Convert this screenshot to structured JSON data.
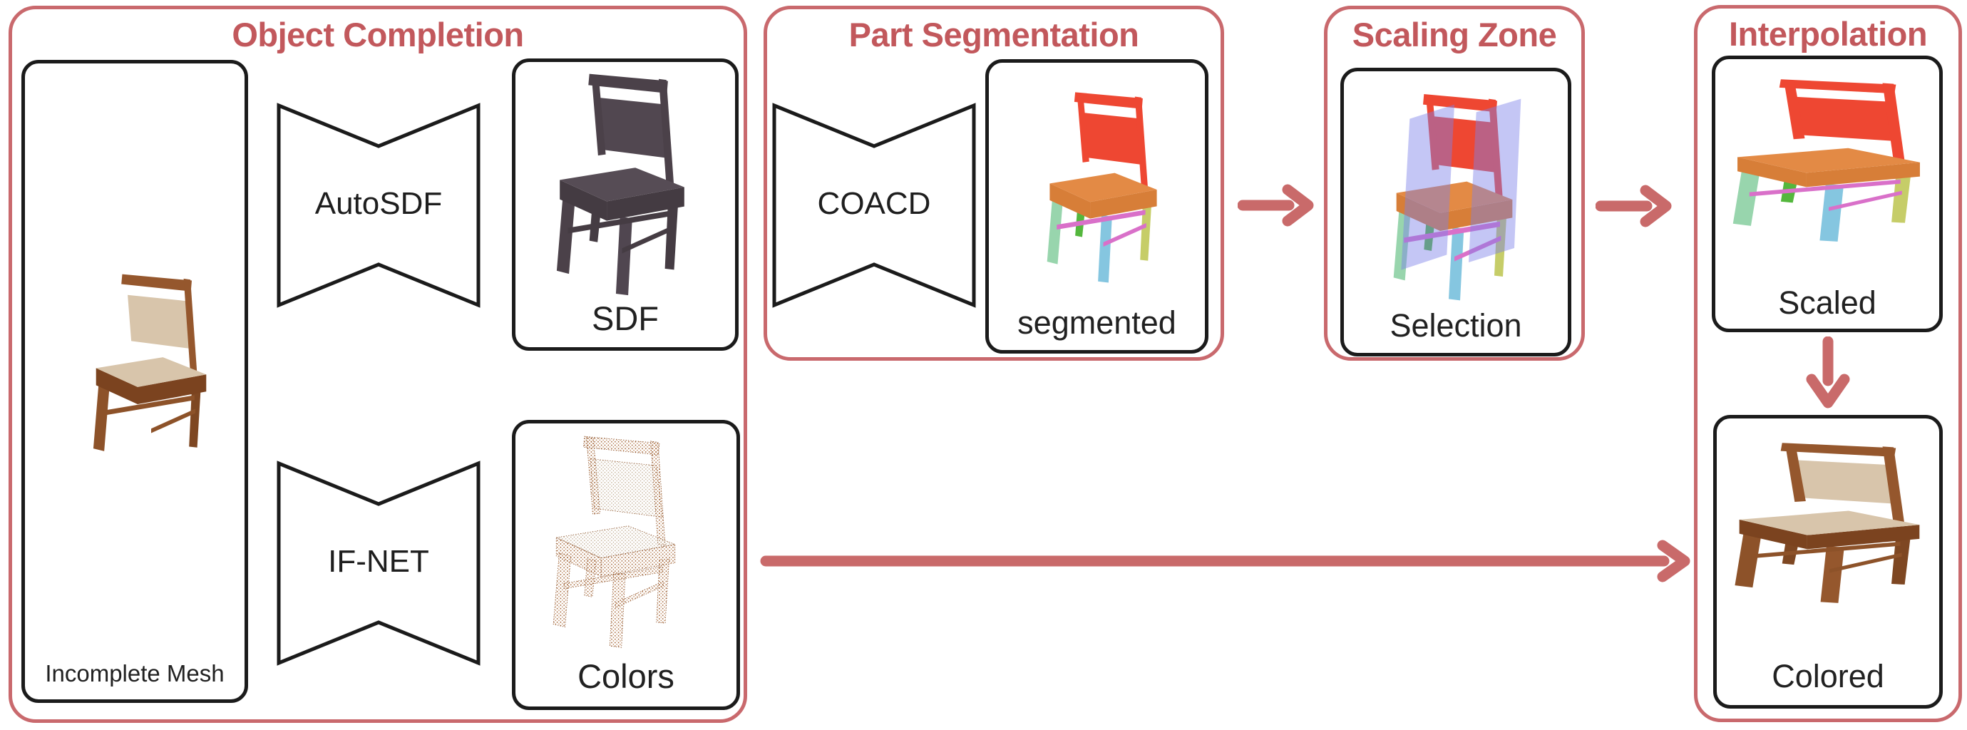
{
  "colors": {
    "title_red": "#c2585c",
    "panel_border_red": "#c9696d",
    "arrow_red": "#c96a6a",
    "box_border": "#1b1b1b",
    "label_text": "#212121",
    "seg_back_red": "#ee4732",
    "seg_seat_orange": "#e38a45",
    "seg_leg_mint": "#98d5ad",
    "seg_leg_green": "#54b73d",
    "seg_leg_blue": "#85c6e0",
    "seg_leg_yellow": "#c6cd68",
    "seg_stretcher_pink": "#d970c9",
    "selection_plane_blue": "#7d81e9",
    "wood_brown": "#95572d",
    "wood_dark": "#7b431f",
    "cushion_beige": "#d8c5ab",
    "sdf_gray": "#4b4149",
    "pointcloud_brown": "#9c5a2a"
  },
  "panels": {
    "object_completion": {
      "title": "Object Completion",
      "incomplete_mesh_label": "Incomplete Mesh",
      "autosdf_label": "AutoSDF",
      "sdf_label": "SDF",
      "ifnet_label": "IF-NET",
      "colors_label": "Colors"
    },
    "part_segmentation": {
      "title": "Part Segmentation",
      "coacd_label": "COACD",
      "segmented_label": "segmented"
    },
    "scaling_zone": {
      "title": "Scaling Zone",
      "selection_label": "Selection"
    },
    "interpolation": {
      "title": "Interpolation",
      "scaled_label": "Scaled",
      "colored_label": "Colored"
    }
  }
}
